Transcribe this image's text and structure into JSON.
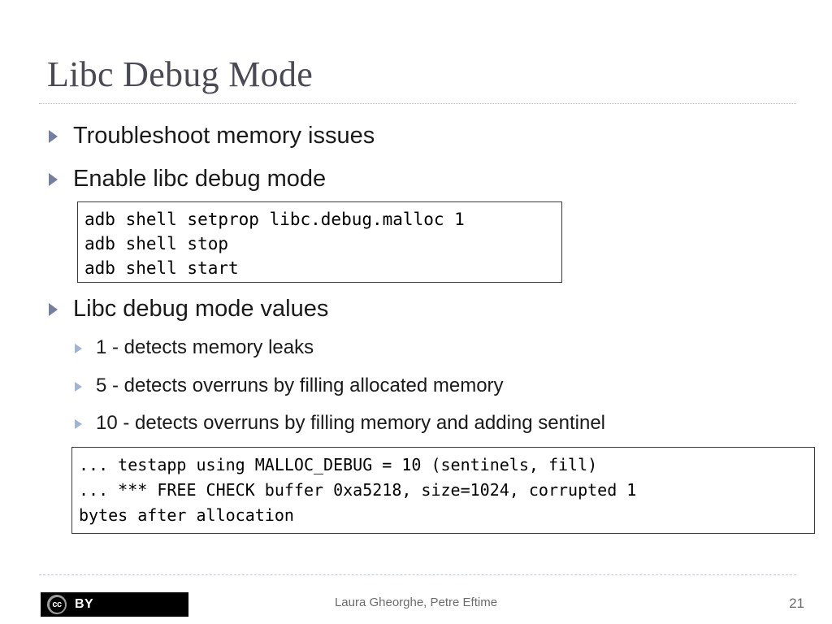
{
  "slide": {
    "title": "Libc Debug Mode",
    "bullets_level1": [
      {
        "text": "Troubleshoot memory issues"
      },
      {
        "text": "Enable libc debug mode"
      },
      {
        "text": "Libc debug mode values"
      }
    ],
    "bullets_level2": [
      {
        "text": "1 - detects memory leaks"
      },
      {
        "text": "5 - detects overruns by filling allocated memory"
      },
      {
        "text": "10 - detects overruns by filling memory and adding sentinel"
      }
    ],
    "code_enable": "adb shell setprop libc.debug.malloc 1\nadb shell stop\nadb shell start",
    "code_output": "... testapp using MALLOC_DEBUG = 10 (sentinels, fill)\n... *** FREE CHECK buffer 0xa5218, size=1024, corrupted 1\nbytes after allocation"
  },
  "footer": {
    "license_cc": "cc",
    "license_by": "BY",
    "authors": "Laura Gheorghe, Petre Eftime",
    "slide_number": "21"
  },
  "colors": {
    "title": "#4a4a55",
    "bullet_level1": "#73809f",
    "bullet_level2": "#9fb5d2",
    "body_text": "#1a1a1a",
    "footer_text": "#6b6b6b",
    "rule": "#b9bcc4",
    "footer_rule": "#c3cbdd"
  }
}
